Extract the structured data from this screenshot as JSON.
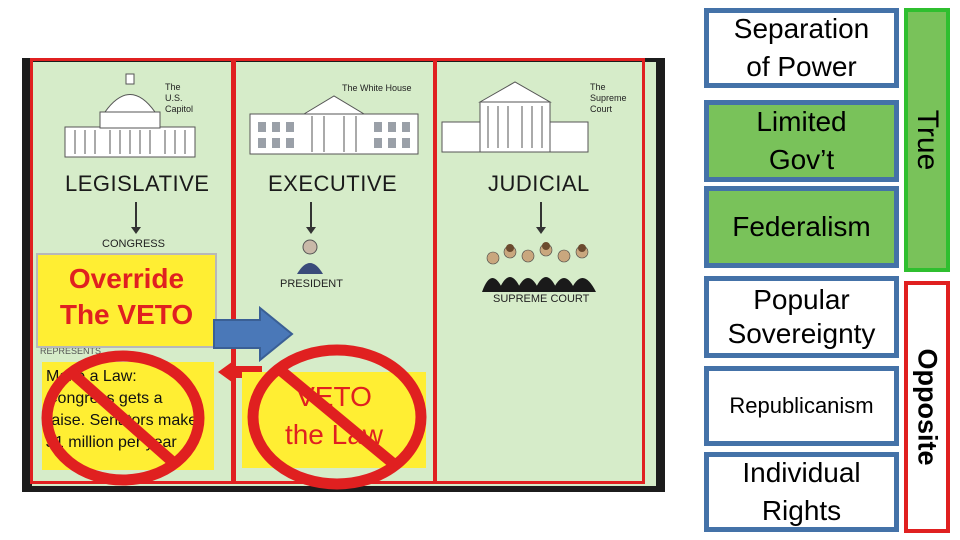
{
  "image_panel": {
    "branches": [
      {
        "title": "LEGISLATIVE",
        "building_caption": "The\nU.S.\nCapitol",
        "sub": "CONGRESS"
      },
      {
        "title": "EXECUTIVE",
        "building_caption": "The White House",
        "sub": "PRESIDENT"
      },
      {
        "title": "JUDICIAL",
        "building_caption": "The\nSupreme\nCourt",
        "sub": "SUPREME COURT"
      }
    ],
    "override_label": "Override\nThe VETO",
    "makelaw_label": "Make a Law:\nCongress gets a\nraise. Senators make\n$1 million per year",
    "veto_label": "VETO\nthe Law",
    "represents": "REPRESENTS"
  },
  "principles": [
    {
      "label": "Separation\nof Power",
      "highlight": false
    },
    {
      "label": "Limited\nGov’t",
      "highlight": true
    },
    {
      "label": "Federalism",
      "highlight": false
    },
    {
      "label": "Popular\nSovereignty",
      "highlight": false
    },
    {
      "label": "Republicanism",
      "highlight": false
    },
    {
      "label": "Individual\nRights",
      "highlight": false
    }
  ],
  "side_labels": {
    "true": "True",
    "opposite": "Opposite"
  },
  "colors": {
    "green": "#79c25a",
    "blue_border": "#4472a8",
    "red": "#e02020",
    "yellow": "#ffee33",
    "panel_bg": "#d6ecc9"
  }
}
